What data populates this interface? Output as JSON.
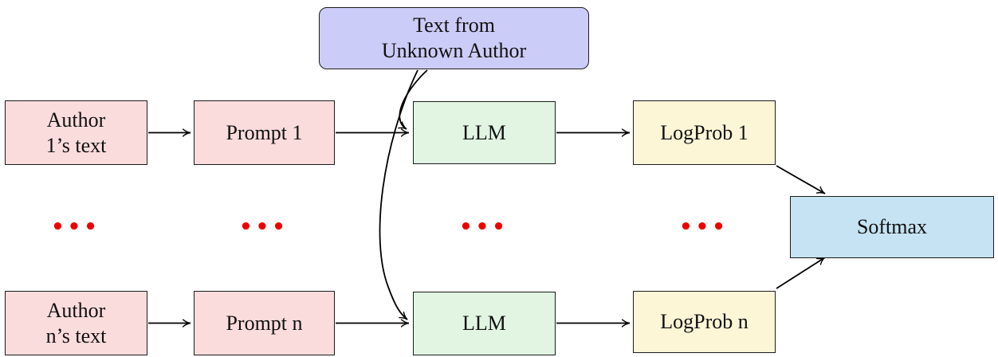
{
  "nodes": {
    "unknown_author": "Text from\nUnknown Author",
    "author_1": "Author\n1’s text",
    "prompt_1": "Prompt 1",
    "llm_top": "LLM",
    "logprob_1": "LogProb 1",
    "author_n": "Author\nn’s text",
    "prompt_n": "Prompt n",
    "llm_bottom": "LLM",
    "logprob_n": "LogProb n",
    "softmax": "Softmax"
  },
  "ellipsis": "•••",
  "colors": {
    "author_prompt_fill": "#fbdcdc",
    "llm_fill": "#e1f5e2",
    "logprob_fill": "#fcf5d6",
    "unknown_author_fill": "#ccccf8",
    "softmax_fill": "#c5e3f2",
    "box_border": "#1b1b1b",
    "arrow": "#000000",
    "ellipsis_dots": "#ee0000"
  }
}
